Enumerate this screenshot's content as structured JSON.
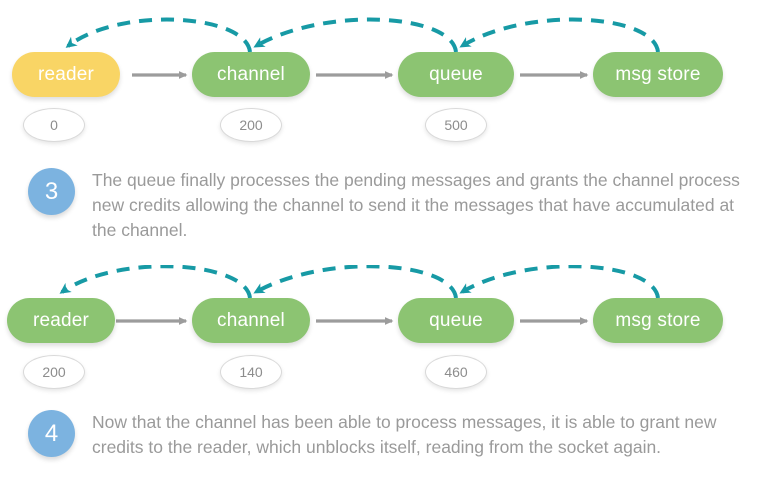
{
  "colors": {
    "node_green": "#8cc472",
    "node_yellow": "#f9d565",
    "arrow_gray": "#9c9c9c",
    "credit_arc_teal": "#179aa5",
    "step_circle_blue": "#7cb3e0",
    "text_gray": "#9a9a9a",
    "badge_text": "#8d8d8d",
    "background": "#ffffff"
  },
  "diagram": {
    "rows": [
      {
        "id": "row-1",
        "nodes": [
          {
            "label": "reader",
            "color": "yellow",
            "badge": "0"
          },
          {
            "label": "channel",
            "color": "green",
            "badge": "200"
          },
          {
            "label": "queue",
            "color": "green",
            "badge": "500"
          },
          {
            "label": "msg store",
            "color": "green",
            "badge": null
          }
        ],
        "flow_arrows": [
          {
            "from": "reader",
            "to": "channel"
          },
          {
            "from": "channel",
            "to": "queue"
          },
          {
            "from": "queue",
            "to": "msg store"
          }
        ],
        "credit_arcs": [
          {
            "from": "channel",
            "to": "reader"
          },
          {
            "from": "queue",
            "to": "channel"
          },
          {
            "from": "msg store",
            "to": "queue"
          }
        ]
      },
      {
        "id": "row-2",
        "nodes": [
          {
            "label": "reader",
            "color": "green",
            "badge": "200"
          },
          {
            "label": "channel",
            "color": "green",
            "badge": "140"
          },
          {
            "label": "queue",
            "color": "green",
            "badge": "460"
          },
          {
            "label": "msg store",
            "color": "green",
            "badge": null
          }
        ],
        "flow_arrows": [
          {
            "from": "reader",
            "to": "channel"
          },
          {
            "from": "channel",
            "to": "queue"
          },
          {
            "from": "queue",
            "to": "msg store"
          }
        ],
        "credit_arcs": [
          {
            "from": "channel",
            "to": "reader"
          },
          {
            "from": "queue",
            "to": "channel"
          },
          {
            "from": "msg store",
            "to": "queue"
          }
        ]
      }
    ]
  },
  "steps": [
    {
      "number": "3",
      "text": "The queue finally processes the pending messages and grants the channel process new credits allowing the channel to send it the messages that have accumulated at the channel."
    },
    {
      "number": "4",
      "text": "Now that the channel has been able to process messages, it is able to grant new credits to the reader, which unblocks itself, reading from the socket again."
    }
  ]
}
